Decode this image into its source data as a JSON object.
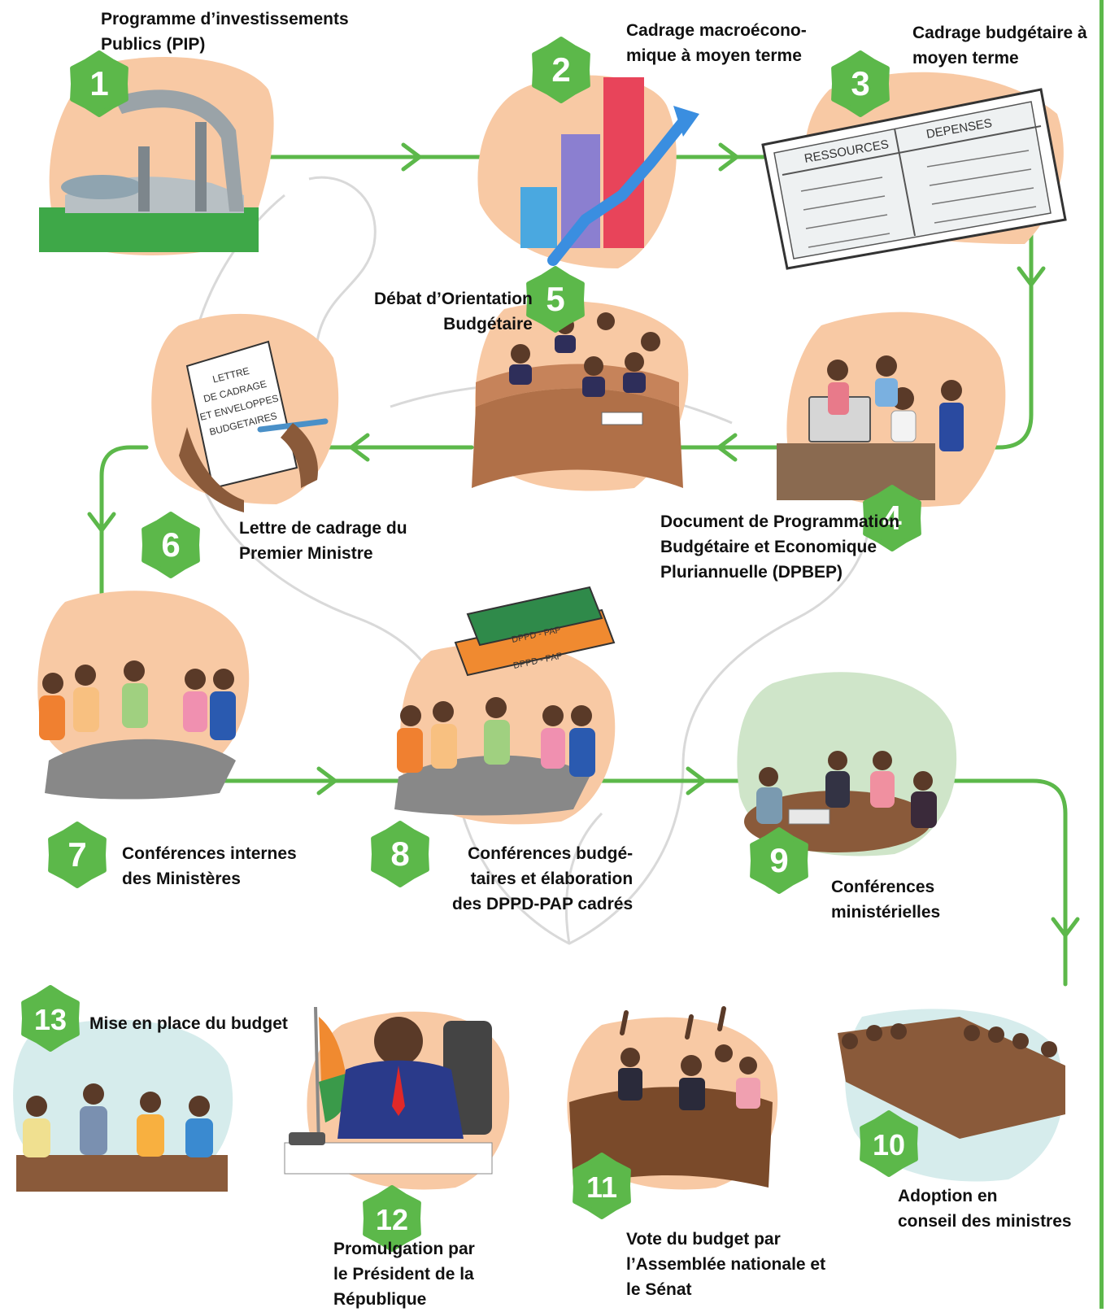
{
  "colors": {
    "flow_line": "#5cb84a",
    "badge": "#5cb84a",
    "badge_text": "#ffffff",
    "blob_peach": "#f8c9a4",
    "blob_green": "#cfe5c9",
    "blob_teal": "#d6ecec",
    "label_text": "#111111"
  },
  "steps": [
    {
      "number": "1",
      "lines": [
        "Programme d’investissements",
        "Publics (PIP)"
      ]
    },
    {
      "number": "2",
      "lines": [
        "Cadrage macroécono-",
        "mique à moyen terme"
      ]
    },
    {
      "number": "3",
      "lines": [
        "Cadrage budgétaire à",
        "moyen terme"
      ]
    },
    {
      "number": "4",
      "lines": [
        "Document de Programmation",
        "Budgétaire et Economique",
        "Pluriannuelle (DPBEP)"
      ]
    },
    {
      "number": "5",
      "lines": [
        "Débat d’Orientation",
        "Budgétaire"
      ]
    },
    {
      "number": "6",
      "lines": [
        "Lettre de cadrage du",
        "Premier Ministre"
      ]
    },
    {
      "number": "7",
      "lines": [
        "Conférences internes",
        "des Ministères"
      ]
    },
    {
      "number": "8",
      "lines": [
        "Conférences budgé-",
        "taires et élaboration",
        "des DPPD-PAP cadrés"
      ]
    },
    {
      "number": "9",
      "lines": [
        "Conférences",
        "ministérielles"
      ]
    },
    {
      "number": "10",
      "lines": [
        "Adoption en",
        "conseil des ministres"
      ]
    },
    {
      "number": "11",
      "lines": [
        "Vote du budget par",
        "l’Assemblée nationale et",
        "le Sénat"
      ]
    },
    {
      "number": "12",
      "lines": [
        "Promulgation par",
        "le Président de la",
        "République"
      ]
    },
    {
      "number": "13",
      "lines": [
        "Mise en place du budget"
      ]
    }
  ],
  "illustrations": {
    "board_headers": [
      "RESSOURCES",
      "DEPENSES"
    ],
    "letter_lines": [
      "LETTRE",
      "DE CADRAGE",
      "ET ENVELOPPES",
      "BUDGETAIRES"
    ],
    "binder_label": "DPPD - PAP"
  }
}
